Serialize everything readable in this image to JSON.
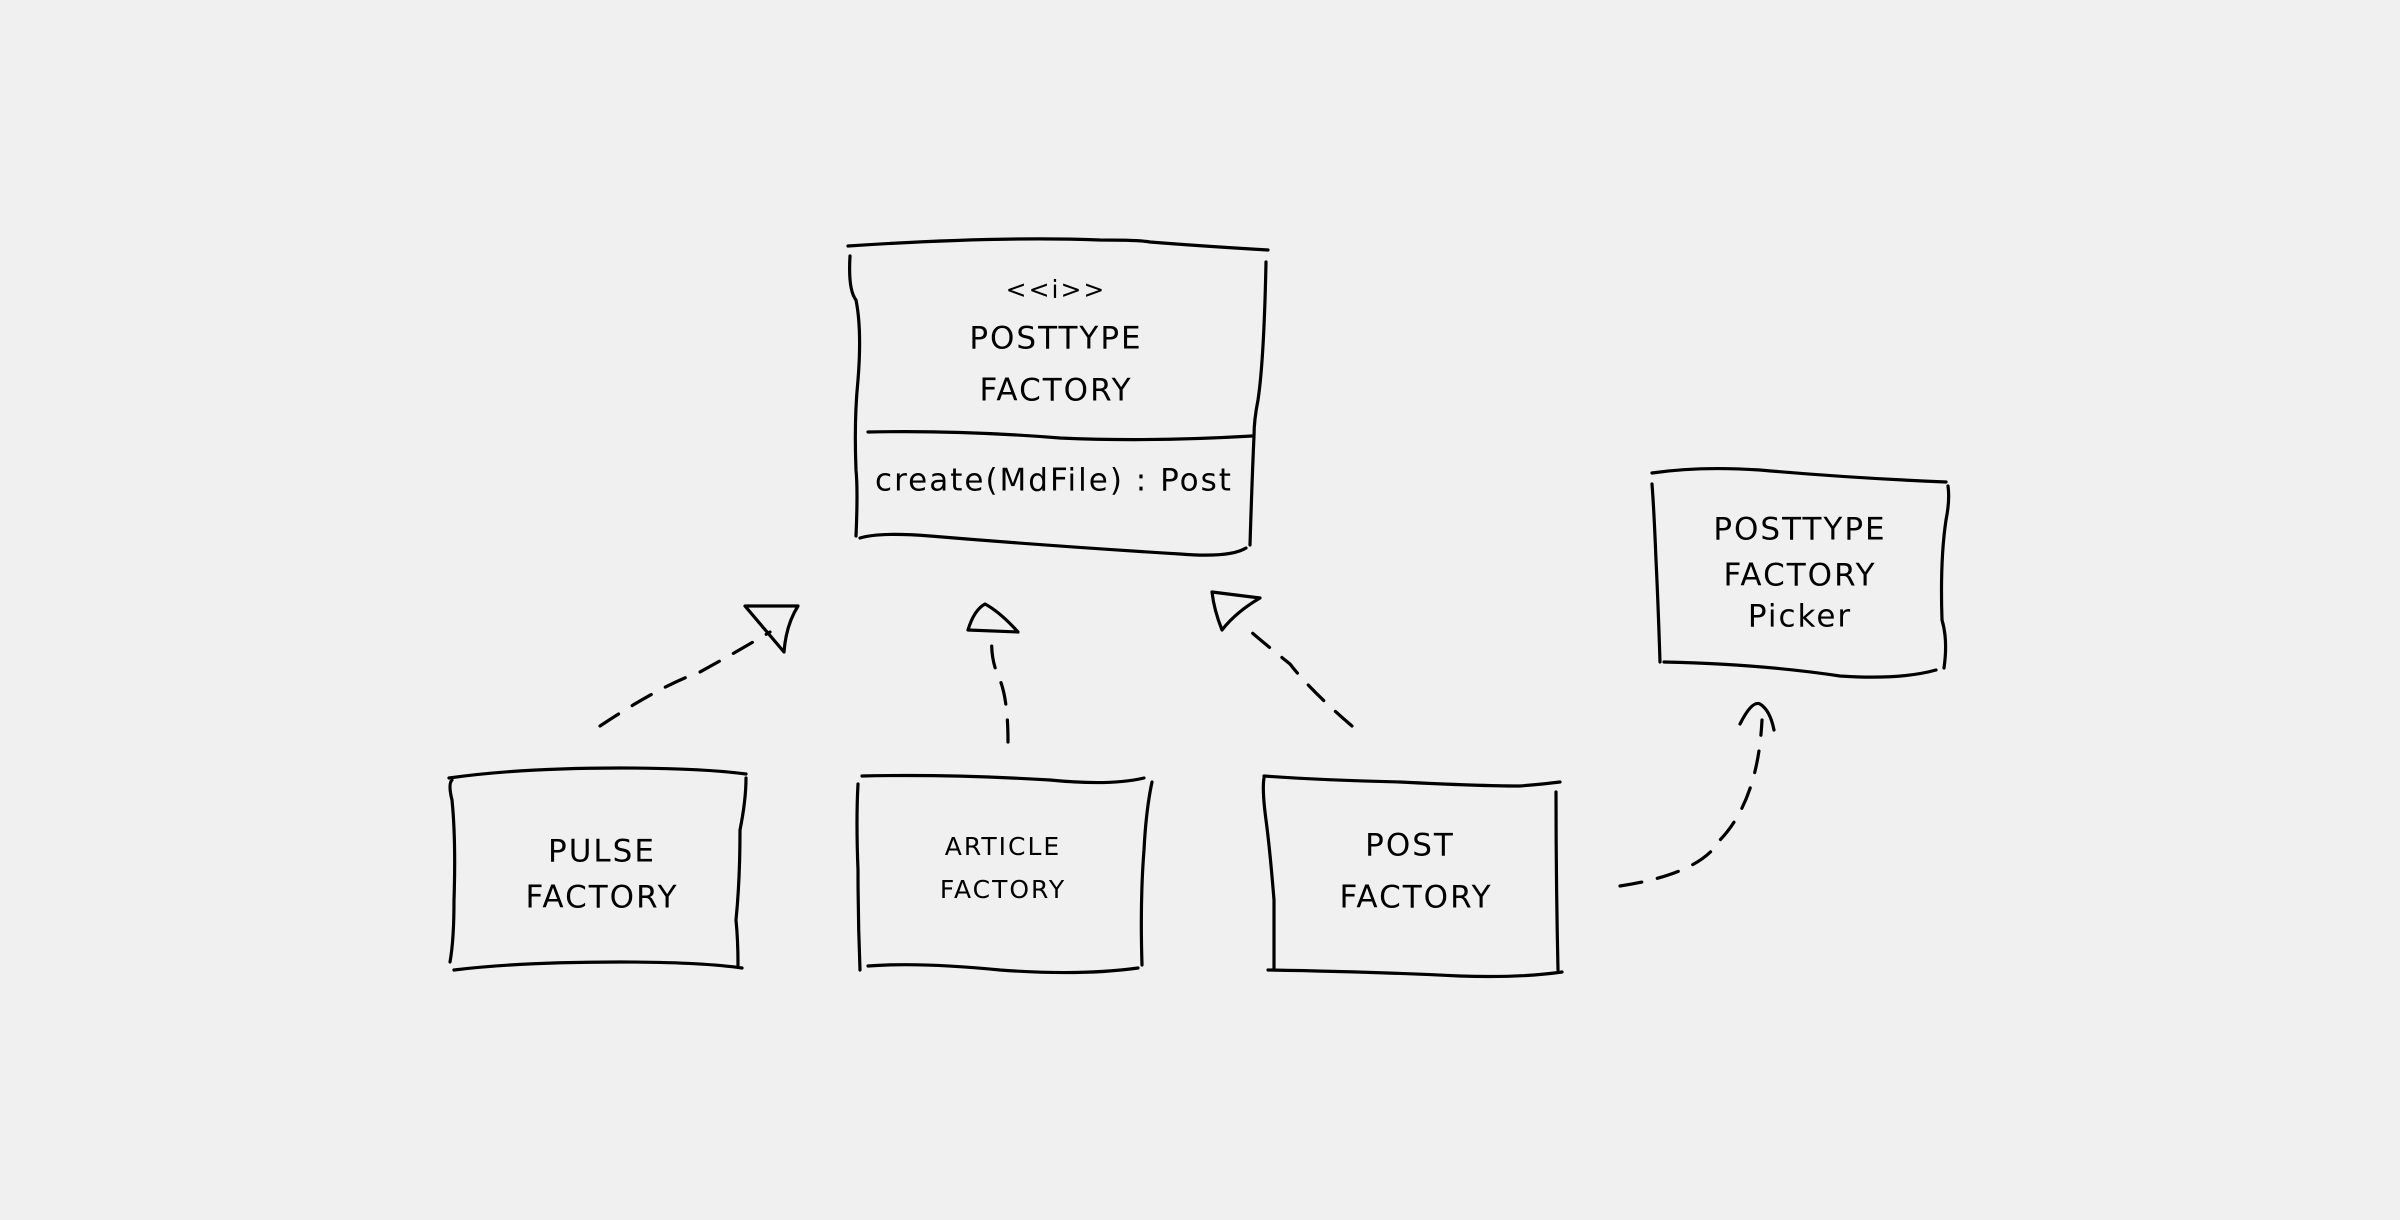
{
  "diagram": {
    "interface": {
      "stereotype": "<<i>>",
      "name_line1": "POSTTYPE",
      "name_line2": "FACTORY",
      "method": "create(MdFile) : Post"
    },
    "picker": {
      "line1": "POSTTYPE",
      "line2": "FACTORY",
      "line3": "Picker"
    },
    "implementations": [
      {
        "line1": "PULSE",
        "line2": "FACTORY"
      },
      {
        "line1": "ARTICLE",
        "line2": "FACTORY"
      },
      {
        "line1": "POST",
        "line2": "FACTORY"
      }
    ],
    "relations": [
      {
        "from": "PULSE FACTORY",
        "to": "POSTTYPE FACTORY",
        "type": "realization"
      },
      {
        "from": "ARTICLE FACTORY",
        "to": "POSTTYPE FACTORY",
        "type": "realization"
      },
      {
        "from": "POST FACTORY",
        "to": "POSTTYPE FACTORY",
        "type": "realization"
      },
      {
        "from": "POST FACTORY",
        "to": "POSTTYPE FACTORY Picker",
        "type": "dependency"
      }
    ]
  }
}
